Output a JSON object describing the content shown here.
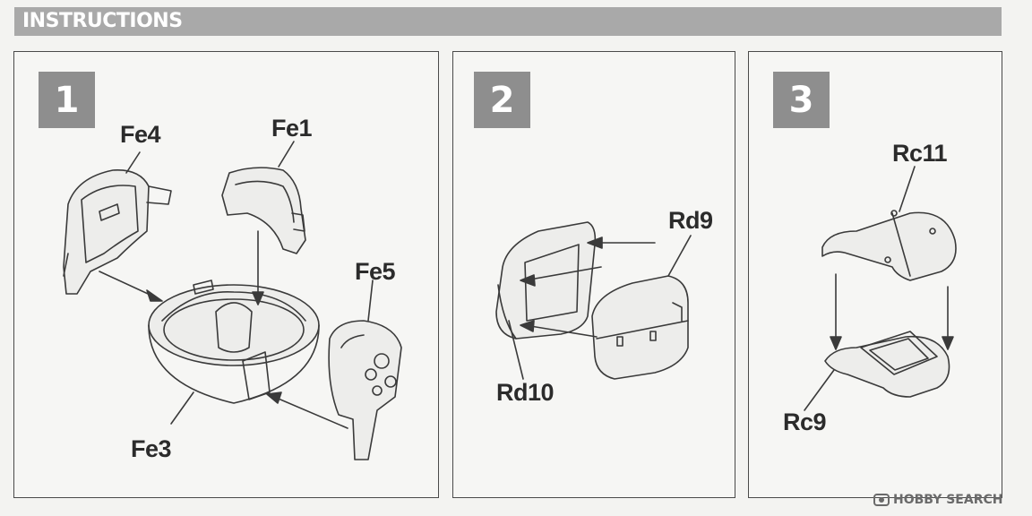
{
  "header": {
    "title": "INSTRUCTIONS"
  },
  "steps": [
    {
      "number": "1",
      "labels": {
        "fe4": "Fe4",
        "fe1": "Fe1",
        "fe5": "Fe5",
        "fe3": "Fe3"
      }
    },
    {
      "number": "2",
      "labels": {
        "rd9": "Rd9",
        "rd10": "Rd10"
      }
    },
    {
      "number": "3",
      "labels": {
        "rc11": "Rc11",
        "rc9": "Rc9"
      }
    }
  ],
  "watermark": {
    "text": "HOBBY SEARCH",
    "icon": "hobby-search-logo-icon"
  },
  "colors": {
    "header": "#a9a9a9",
    "step_badge": "#8e8e8e",
    "line": "#4a4a4a",
    "paper": "#f3f3f1"
  }
}
